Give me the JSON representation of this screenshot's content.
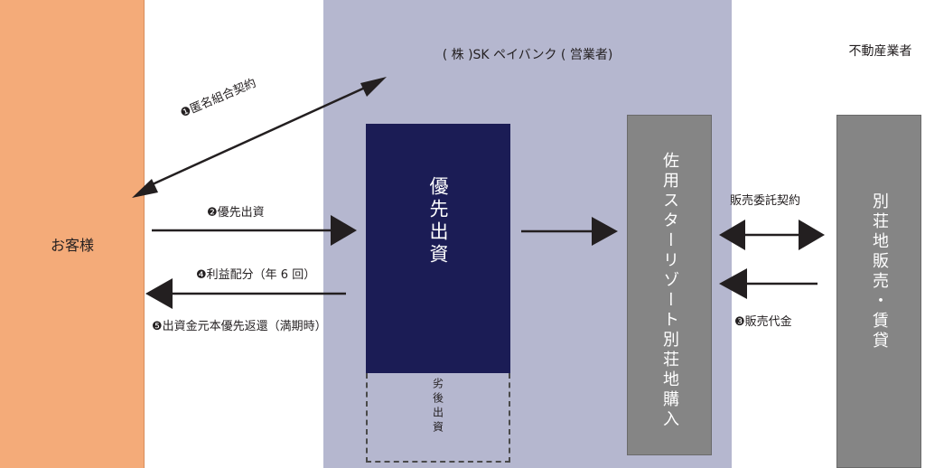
{
  "customer": {
    "label": "お客様"
  },
  "operator": {
    "title": "( 株 )SK ペイバンク ( 営業者)"
  },
  "real_estate": {
    "title": "不動産業者"
  },
  "boxes": {
    "senior_investment": "優先出資",
    "subordinated_investment": "劣後出資",
    "resort_villa_purchase": "佐用スターリゾート別荘地購入",
    "villa_sales_rental": "別荘地販売・賃貸"
  },
  "flows": {
    "step1": "❶匿名組合契約",
    "step2": "❷優先出資",
    "step4": "❹利益配分（年 6 回）",
    "step5": "❺出資金元本優先返還（満期時）",
    "sales_contract": "販売委託契約",
    "step3": "❸販売代金"
  },
  "colors": {
    "customer_fill": "#f4ab79",
    "operator_fill": "#b5b7cf",
    "senior_fill": "#1b1c55",
    "gray_box_fill": "#858585",
    "arrow": "#231f20"
  }
}
